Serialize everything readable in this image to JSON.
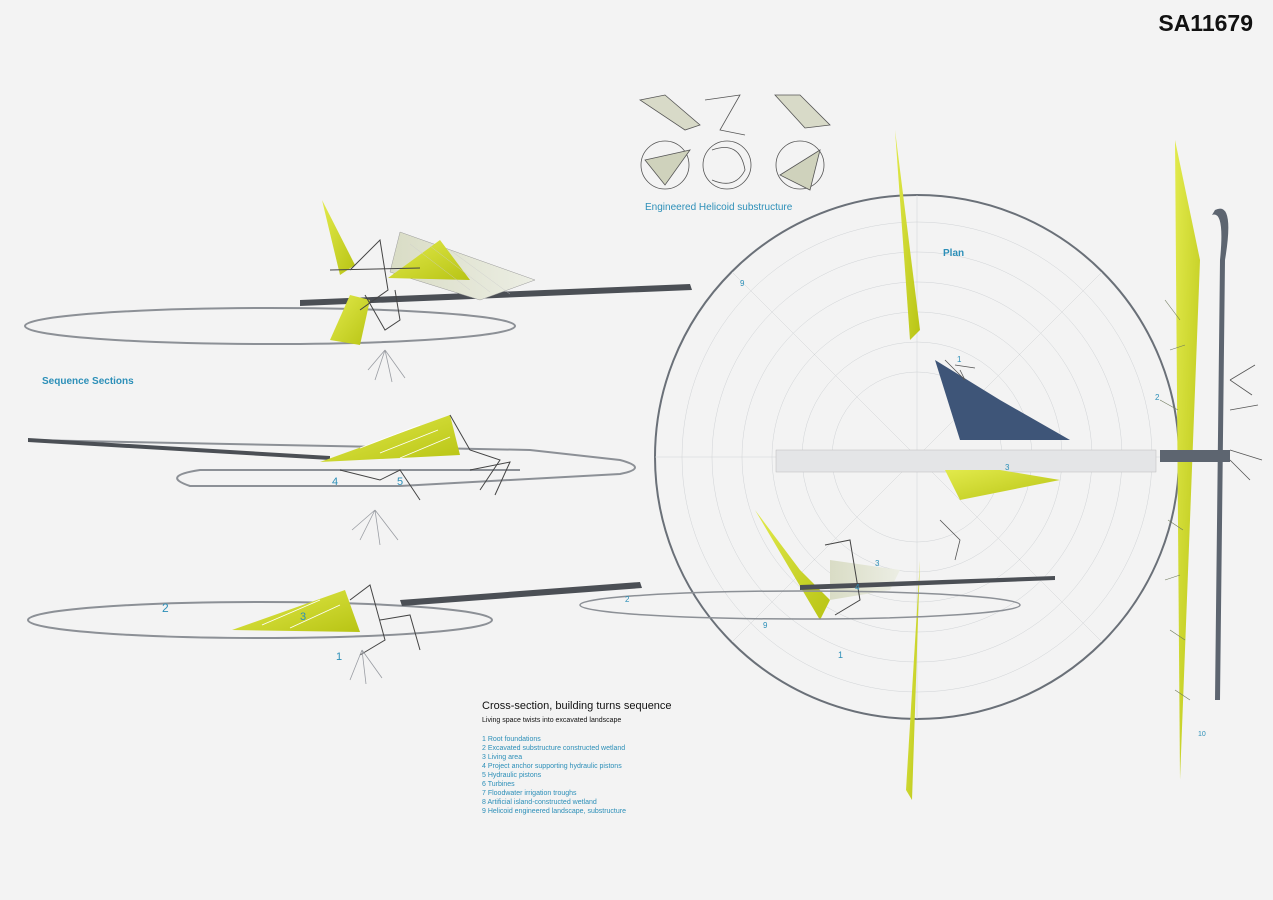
{
  "project_id": "SA11679",
  "labels": {
    "sequence_sections": "Sequence Sections",
    "helicoid": "Engineered Helicoid substructure",
    "plan": "Plan"
  },
  "caption": {
    "title": "Cross-section, building turns sequence",
    "subtitle": "Living space twists into excavated landscape",
    "legend": [
      "1 Root foundations",
      "2 Excavated substructure constructed wetland",
      "3 Living area",
      "4 Project anchor supporting hydraulic pistons",
      "5 Hydraulic pistons",
      "6 Turbines",
      "7 Floodwater irrigation troughs",
      "8 Artificial island-constructed wetland",
      "9 Helicoid engineered landscape, substructure"
    ]
  },
  "callouts": {
    "s2_4": "4",
    "s2_5": "5",
    "s3_2": "2",
    "s3_3": "3",
    "s3_1": "1",
    "p_9": "9",
    "p_1a": "1",
    "p_3a": "3",
    "p_3b": "3",
    "p_4": "4",
    "p_2": "2",
    "p_9b": "9",
    "p_1b": "1",
    "e_2": "2",
    "e_10": "10"
  },
  "colors": {
    "background": "#f3f3f3",
    "accent_blue": "#2c8fb8",
    "lime": "#c8d21a",
    "steel": "#3e5578",
    "structure": "#5d6570"
  }
}
